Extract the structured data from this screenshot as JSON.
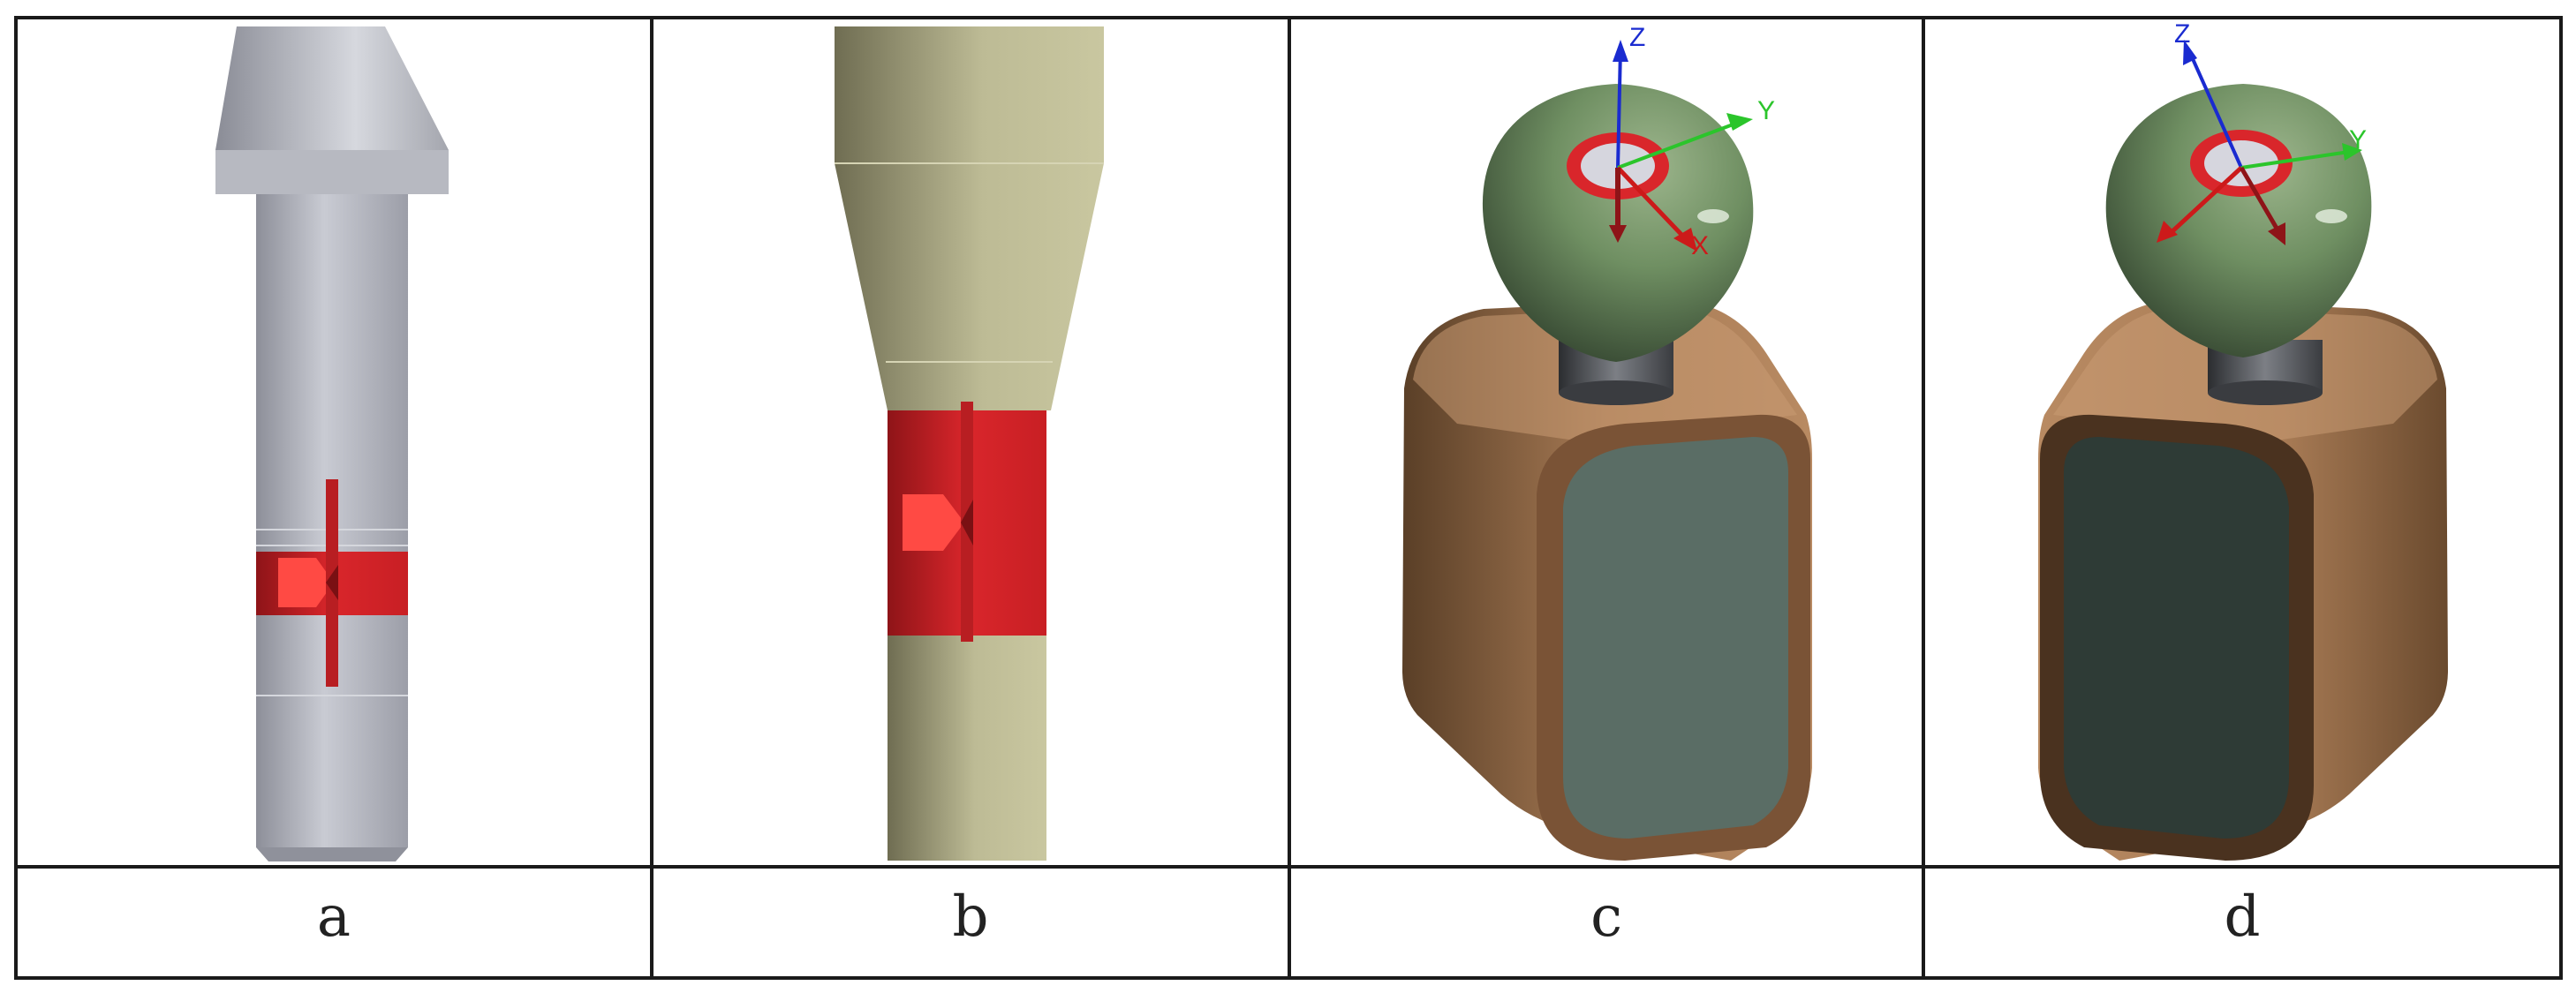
{
  "panels": [
    {
      "label": "a"
    },
    {
      "label": "b"
    },
    {
      "label": "c",
      "axes": {
        "z": "Z",
        "y": "Y",
        "x": "X"
      }
    },
    {
      "label": "d",
      "axes": {
        "z": "Z",
        "y": "Y"
      }
    }
  ],
  "colors": {
    "grid_line": "#1a1a1a",
    "metal_gray": "#b4b6bf",
    "beige": "#c9c7a0",
    "red_highlight": "#d9262b",
    "bulb_green": "#6f8f62",
    "body_brown": "#a87b55",
    "face_green_c": "#5a6d65",
    "face_green_d": "#2e3b36",
    "axis_z": "#1a2bd0",
    "axis_y": "#2bc52b",
    "axis_x": "#cc1a1a"
  },
  "icons": [
    "coordinate-axes-icon"
  ]
}
